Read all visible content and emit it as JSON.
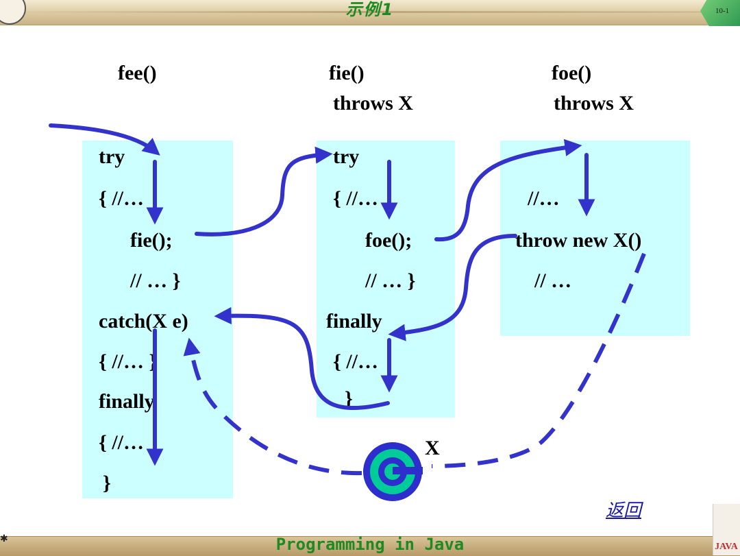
{
  "header": {
    "title": "示例1",
    "page_badge": "10-1"
  },
  "footer": {
    "text": "Programming in Java",
    "logo_text": "JAVA"
  },
  "functions": {
    "fee": {
      "name": "fee()"
    },
    "fie": {
      "name": "fie()",
      "throws": "throws X"
    },
    "foe": {
      "name": "foe()",
      "throws": "throws X"
    }
  },
  "fee_code": {
    "try": "try",
    "open": "{   //…",
    "call": "fie();",
    "close": "// … }",
    "catch": "catch(X e)",
    "catch_body": "{  //…  }",
    "finally": "finally",
    "finally_open": "{   //…",
    "finally_close": "}"
  },
  "fie_code": {
    "try": "try",
    "open": "{   //…",
    "call": "foe();",
    "close": "// … }",
    "finally": "finally",
    "finally_open": "{   //…",
    "finally_close": "}"
  },
  "foe_code": {
    "comment1": "//…",
    "throw": "throw new X()",
    "comment2": "// …"
  },
  "exception_label": "X",
  "nav": {
    "back": "返回"
  },
  "colors": {
    "arrow": "#3333cc",
    "box": "#ccffff",
    "title": "#1f8a22",
    "token_outer": "#2e2ecc",
    "token_ring": "#00cc99"
  }
}
